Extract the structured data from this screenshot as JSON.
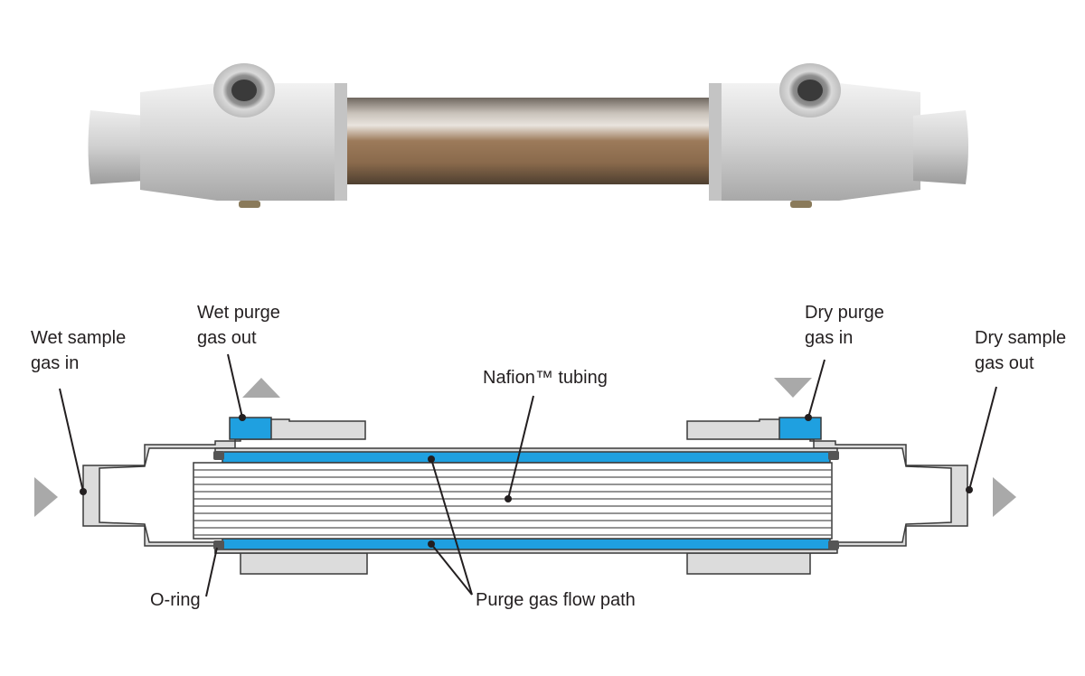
{
  "labels": {
    "wet_sample_in": [
      "Wet sample",
      "gas in"
    ],
    "wet_purge_out": [
      "Wet purge",
      "gas out"
    ],
    "nafion_tubing": "Nafion™ tubing",
    "dry_purge_in": [
      "Dry purge",
      "gas in"
    ],
    "dry_sample_out": [
      "Dry sample",
      "gas out"
    ],
    "o_ring": "O-ring",
    "purge_flow_path": "Purge gas flow path"
  },
  "colors": {
    "housing": "#dcdcdc",
    "housing_stroke": "#3a3a3a",
    "purge_blue": "#1fa0e0",
    "arrow_gray": "#a9a9a9",
    "tube_brown": "#8c7056"
  },
  "icons": {
    "flow_in_arrow": "triangle-right",
    "flow_out_arrow": "triangle-right",
    "purge_out_arrow": "triangle-up",
    "purge_in_arrow": "triangle-down"
  }
}
